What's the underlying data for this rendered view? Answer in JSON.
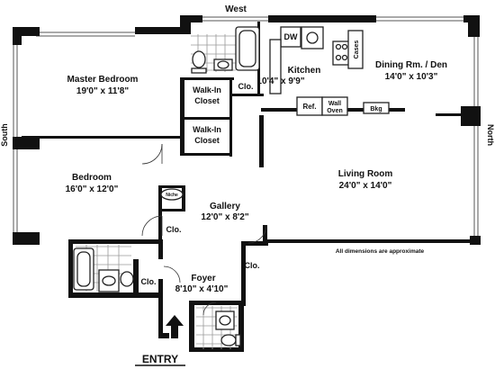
{
  "compass": {
    "west": "West",
    "north": "North",
    "south": "South"
  },
  "rooms": {
    "master_bedroom": {
      "name": "Master Bedroom",
      "size": "19'0\" x 11'8\""
    },
    "bedroom": {
      "name": "Bedroom",
      "size": "16'0\" x 12'0\""
    },
    "kitchen": {
      "name": "Kitchen",
      "size": "10'4\" x 9'9\""
    },
    "dining": {
      "name": "Dining Rm. / Den",
      "size": "14'0\" x 10'3\""
    },
    "living": {
      "name": "Living Room",
      "size": "24'0\" x 14'0\""
    },
    "gallery": {
      "name": "Gallery",
      "size": "12'0\" x 8'2\""
    },
    "foyer": {
      "name": "Foyer",
      "size": "8'10\" x 4'10\""
    }
  },
  "labels": {
    "walk_in_closet_1": [
      "Walk-In",
      "Closet"
    ],
    "walk_in_closet_2": [
      "Walk-In",
      "Closet"
    ],
    "clo_kitchen": "Clo.",
    "clo_gallery": "Clo.",
    "clo_bath": "Clo.",
    "clo_foyer": "Clo.",
    "dw": "DW",
    "cases": "Cases",
    "ref": "Ref.",
    "wall_oven": [
      "Wall",
      "Oven"
    ],
    "bkg": "Bkg",
    "niche": "Niche",
    "note": "All dimensions are approximate",
    "entry": "ENTRY"
  },
  "colors": {
    "wall": "#111111",
    "line": "#333333",
    "tile": "#9a9a9a",
    "window": "#555555"
  }
}
